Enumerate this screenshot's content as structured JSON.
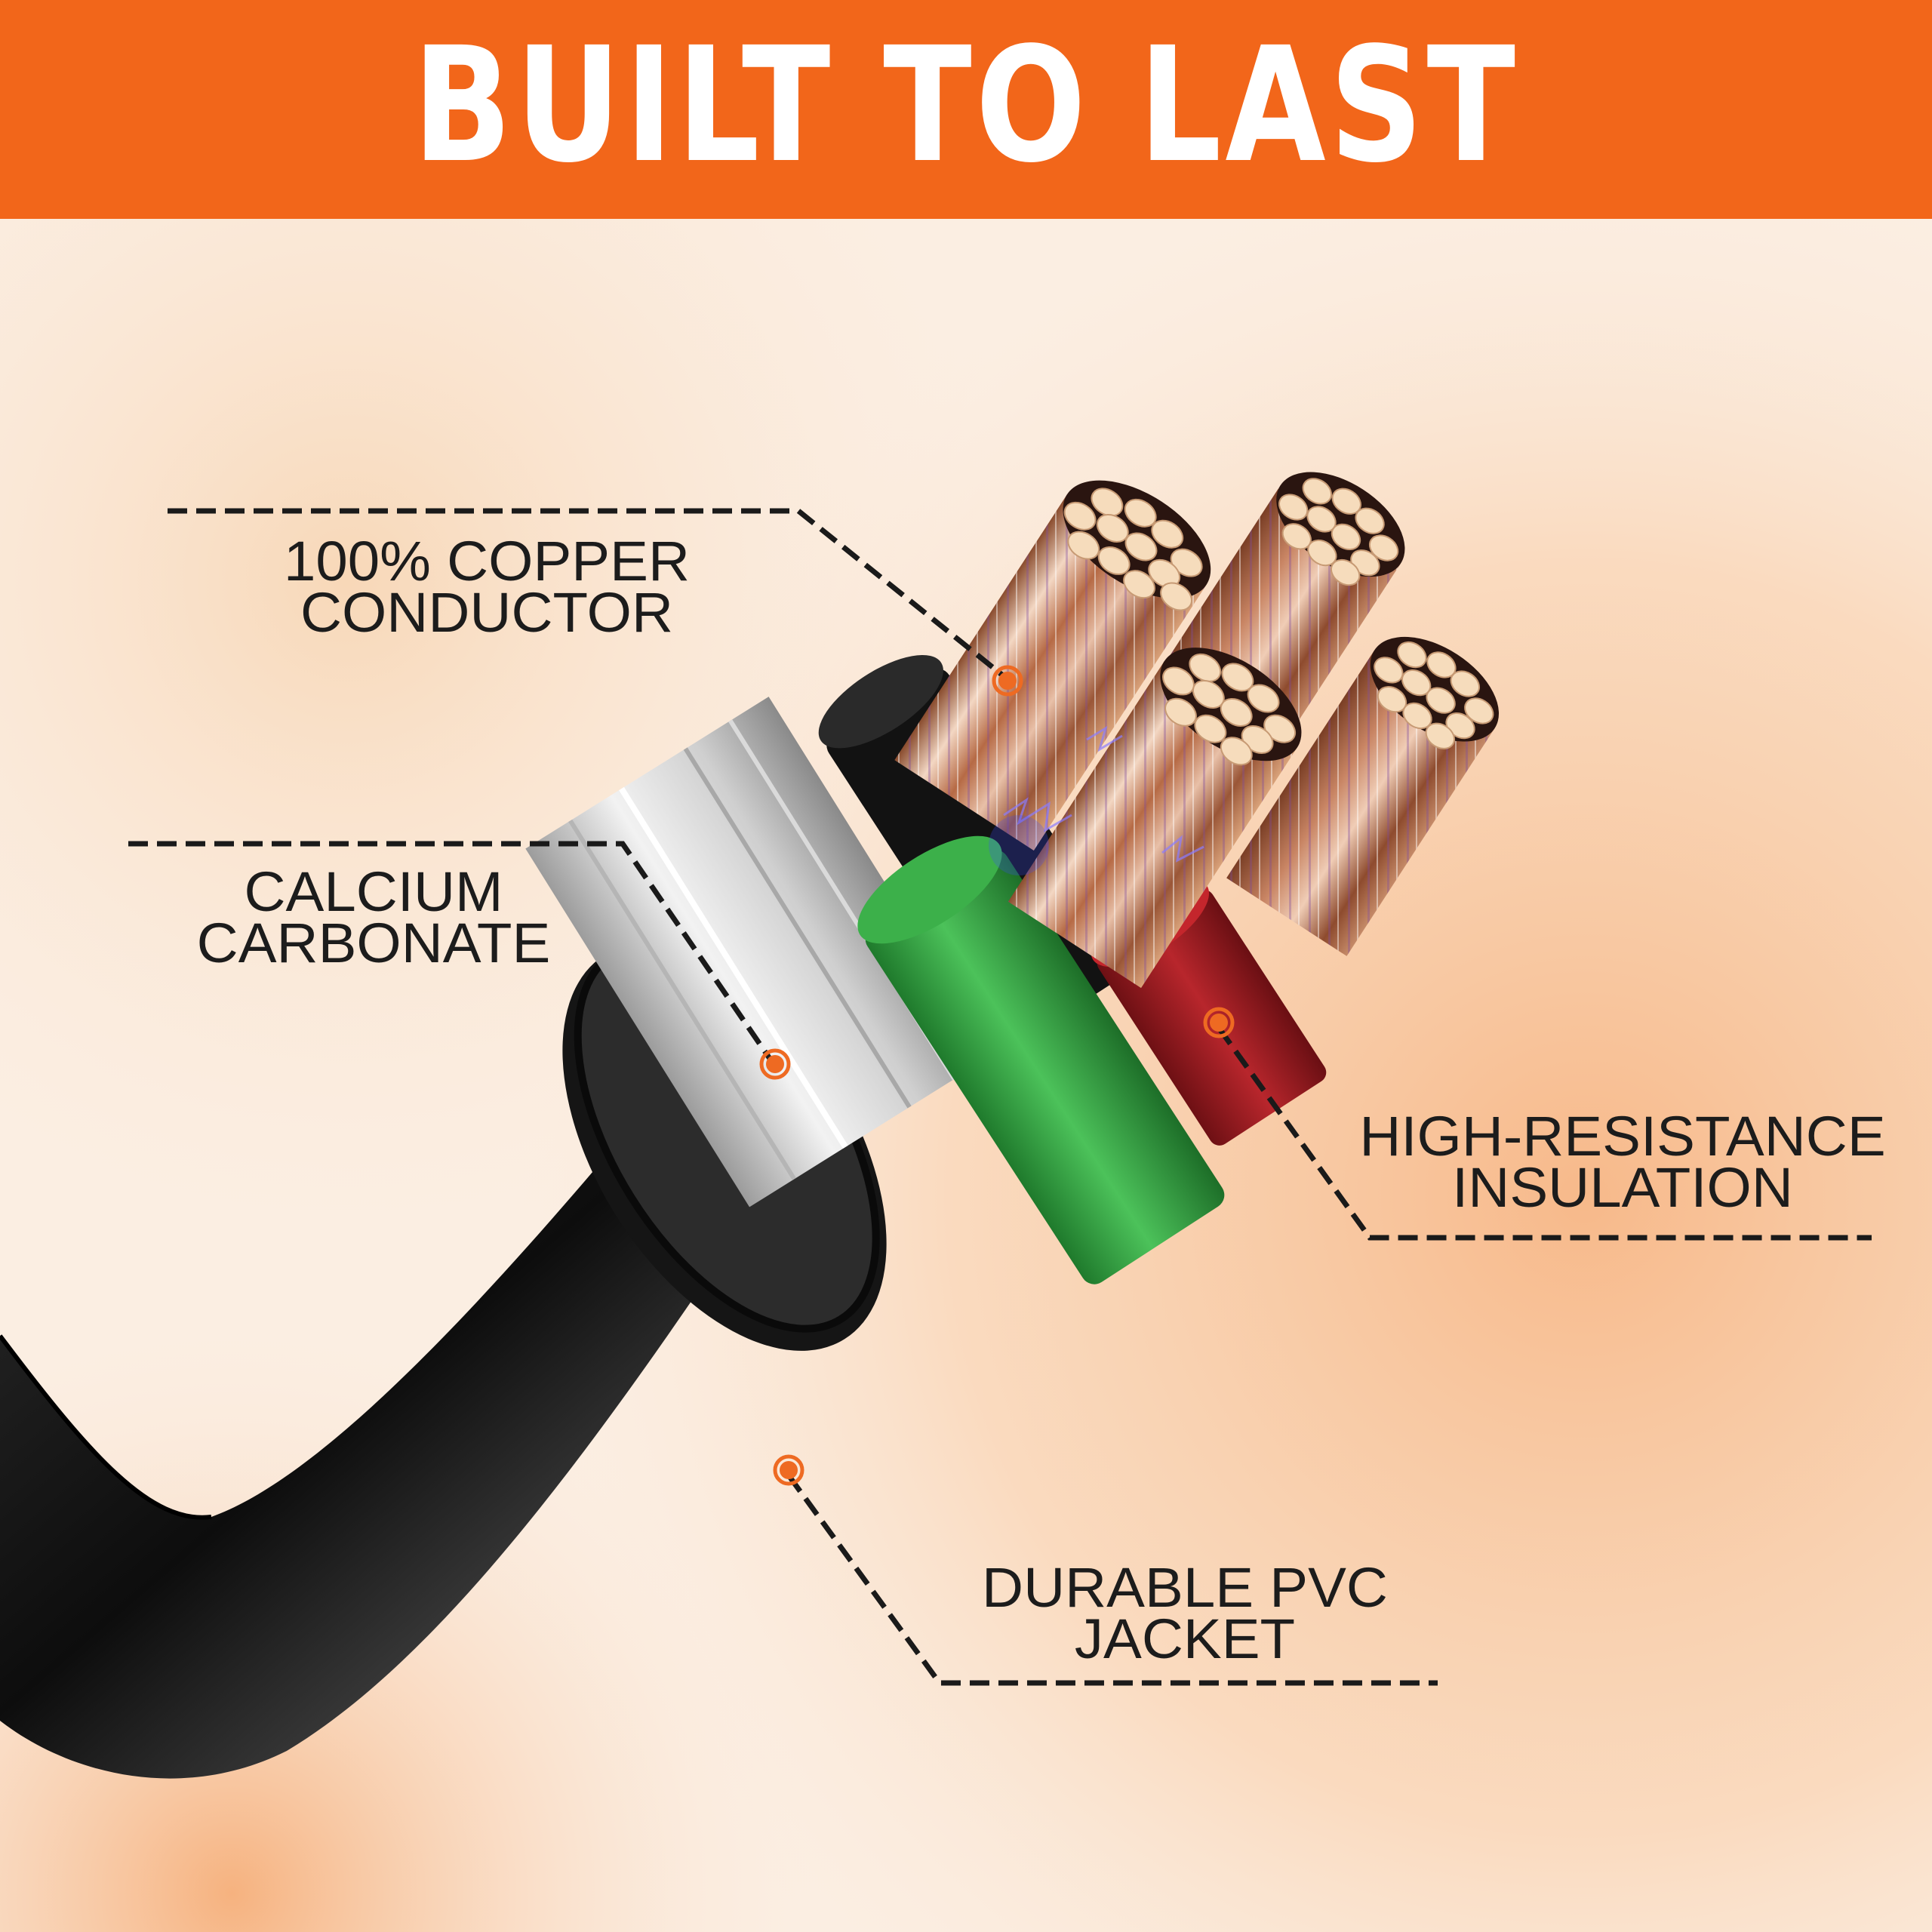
{
  "header": {
    "title": "BUILT TO LAST",
    "background_color": "#f2661a",
    "text_color": "#ffffff"
  },
  "callouts": [
    {
      "id": "copper",
      "line1": "100% COPPER",
      "line2": "CONDUCTOR",
      "marker_icon": "target-dot-icon"
    },
    {
      "id": "calcium",
      "line1": "CALCIUM",
      "line2": "CARBONATE",
      "marker_icon": "target-dot-icon"
    },
    {
      "id": "insulation",
      "line1": "HIGH-RESISTANCE",
      "line2": "INSULATION",
      "marker_icon": "target-dot-icon"
    },
    {
      "id": "jacket",
      "line1": "DURABLE PVC",
      "line2": "JACKET",
      "marker_icon": "target-dot-icon"
    }
  ],
  "colors": {
    "accent_orange": "#f2661a",
    "marker_orange": "#ee6a22",
    "background_cream": "#fbeadb",
    "background_peach": "#f8c49a",
    "jacket_black": "#111111",
    "filler_white": "#e4e4e4",
    "insulation_green": "#2e9a3c",
    "insulation_red": "#9a1d22",
    "insulation_black": "#1a1a1a",
    "copper": "#d9a27a"
  }
}
